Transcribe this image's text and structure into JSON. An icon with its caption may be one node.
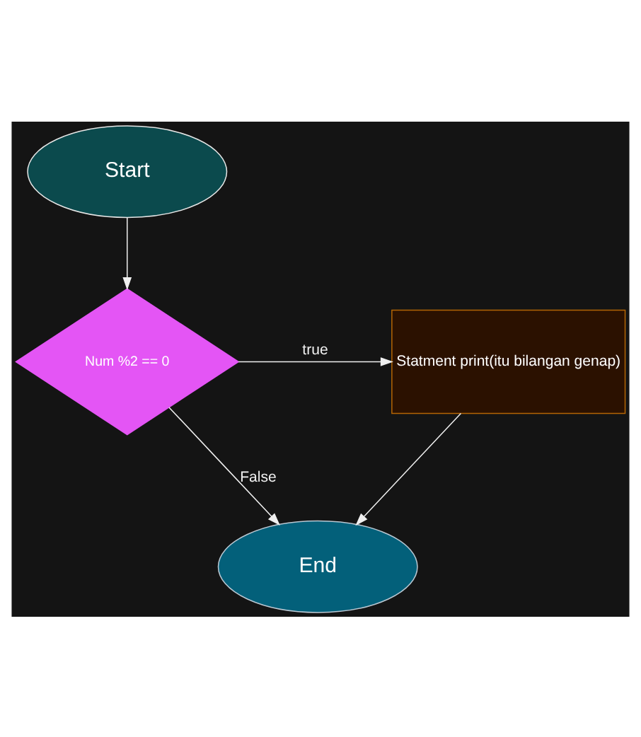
{
  "diagram": {
    "nodes": [
      {
        "text": [
          "Start"
        ]
      },
      {
        "text": [
          "Num %2 == 0"
        ]
      },
      {
        "text": [
          "Statment print(itu bilangan genap)"
        ]
      },
      {
        "text": [
          "End"
        ]
      }
    ],
    "edges": [
      {
        "from": 0,
        "to": 1,
        "arrow": "to"
      },
      {
        "from": 1,
        "to": 2,
        "arrow": "to",
        "label": "true"
      },
      {
        "from": 1,
        "to": 3,
        "arrow": "to",
        "label": "False"
      },
      {
        "from": 2,
        "to": 3,
        "arrow": "to"
      }
    ]
  }
}
